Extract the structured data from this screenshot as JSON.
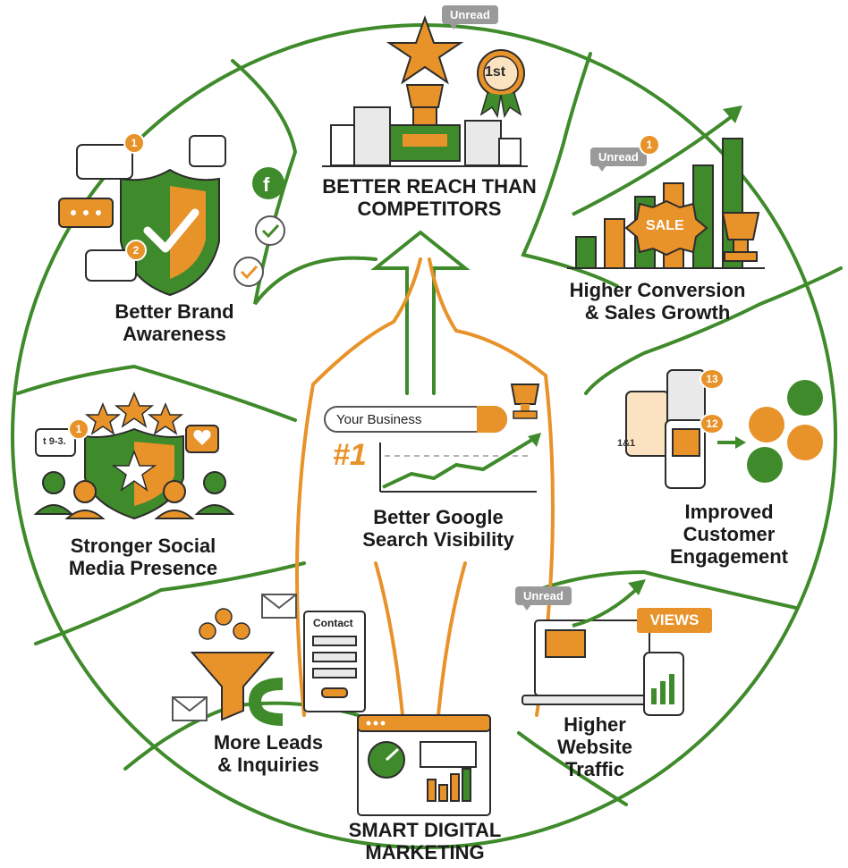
{
  "center": {
    "line1": "SMART DIGITAL",
    "line2": "MARKETING"
  },
  "segments": {
    "top": {
      "line1": "BETTER REACH THAN",
      "line2": "COMPETITORS"
    },
    "top_left": {
      "line1": "Better Brand",
      "line2": "Awareness"
    },
    "top_right": {
      "line1": "Higher Conversion",
      "line2": "& Sales Growth"
    },
    "left": {
      "line1": "Stronger Social",
      "line2": "Media Presence"
    },
    "right": {
      "line1": "Improved",
      "line2": "Customer",
      "line3": "Engagement"
    },
    "middle": {
      "line1": "Better Google",
      "line2": "Search Visibility"
    },
    "bottom_left": {
      "line1": "More Leads",
      "line2": "& Inquiries"
    },
    "bottom_right": {
      "line1": "Higher",
      "line2": "Website",
      "line3": "Traffic"
    }
  },
  "tags": {
    "unread_top": "Unread",
    "unread_right": "Unread",
    "unread_bottom": "Unread"
  },
  "badges": {
    "b1": "1",
    "b2": "2",
    "b3": "1",
    "b4": "1",
    "b5": "13",
    "b6": "12"
  },
  "search": {
    "placeholder_text": "Your Business",
    "rank": "#1"
  },
  "misc": {
    "first": "1st",
    "sale": "SALE",
    "views": "VIEWS",
    "contact": "Contact",
    "chat_left": "1&1",
    "social_bubble": "t 9-3."
  },
  "colors": {
    "green": "#3f8a2a",
    "orange": "#e8922a",
    "dark": "#1a1a1a",
    "gray": "#9a9a9a"
  }
}
